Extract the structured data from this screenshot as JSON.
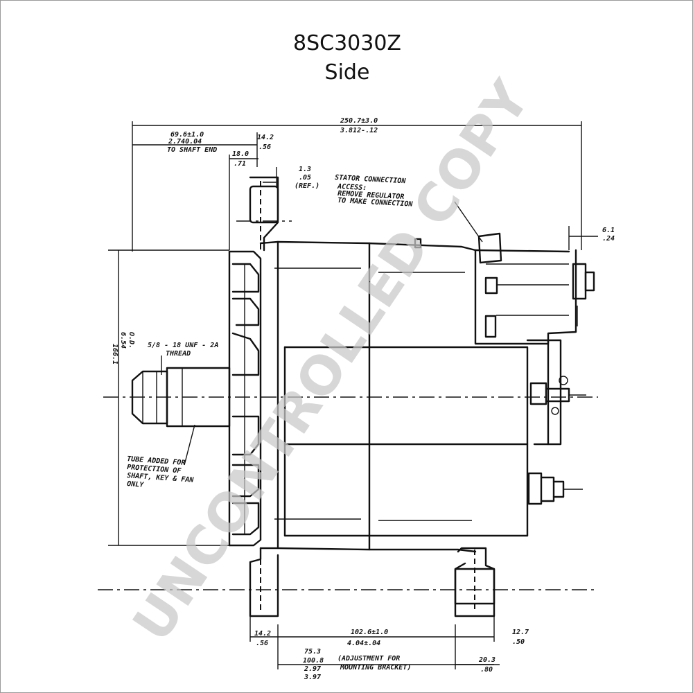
{
  "header": {
    "part_number": "8SC3030Z",
    "view": "Side"
  },
  "watermark": "UNCONTROLLED COPY",
  "dimensions": {
    "overall_length": [
      "250.7±3.0",
      "3.812-.12"
    ],
    "to_shaft_end": [
      "69.6±1.0",
      "2.740.04",
      "TO SHAFT END"
    ],
    "top_14_2": [
      "14.2",
      ".56"
    ],
    "top_18_0": [
      "18.0",
      ".71"
    ],
    "top_1_3": [
      "1.3",
      ".05",
      "(REF.)"
    ],
    "right_6_1": [
      "6.1",
      ".24"
    ],
    "diameter": [
      "166.1",
      "6.54",
      "O.D."
    ],
    "bottom_14_2": [
      "14.2",
      ".56"
    ],
    "bottom_102_6": [
      "102.6±1.0",
      "4.04±.04"
    ],
    "bottom_12_7": [
      "12.7",
      ".50"
    ],
    "bottom_75_3": [
      "75.3",
      "100.8",
      "2.97",
      "3.97"
    ],
    "bottom_20_3": [
      "20.3",
      ".80"
    ]
  },
  "notes": {
    "stator": [
      "STATOR CONNECTION",
      "ACCESS:",
      "REMOVE REGULATOR",
      "TO MAKE CONNECTION"
    ],
    "thread": [
      "5/8 - 18 UNF - 2A",
      "THREAD"
    ],
    "tube": [
      "TUBE ADDED FOR",
      "PROTECTION OF",
      "SHAFT, KEY & FAN",
      "ONLY"
    ],
    "adjustment": [
      "(ADJUSTMENT FOR",
      "MOUNTING BRACKET)"
    ]
  }
}
